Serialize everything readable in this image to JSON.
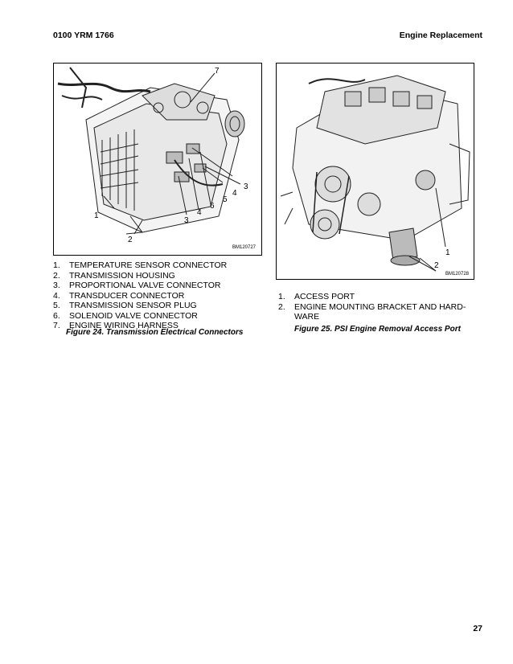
{
  "header": {
    "doc_number": "0100 YRM 1766",
    "section": "Engine Replacement"
  },
  "figure24": {
    "image_code": "BM120727",
    "callouts": [
      "1",
      "2",
      "3",
      "4",
      "5",
      "6",
      "7",
      "3",
      "4"
    ],
    "legend": [
      {
        "num": "1.",
        "text": "TEMPERATURE SENSOR CONNECTOR"
      },
      {
        "num": "2.",
        "text": "TRANSMISSION HOUSING"
      },
      {
        "num": "3.",
        "text": "PROPORTIONAL VALVE CONNECTOR"
      },
      {
        "num": "4.",
        "text": "TRANSDUCER CONNECTOR"
      },
      {
        "num": "5.",
        "text": "TRANSMISSION SENSOR PLUG"
      },
      {
        "num": "6.",
        "text": "SOLENOID VALVE CONNECTOR"
      },
      {
        "num": "7.",
        "text": "ENGINE WIRING HARNESS"
      }
    ],
    "caption": "Figure 24. Transmission Electrical Connectors"
  },
  "figure25": {
    "image_code": "BM120728",
    "callouts": [
      "1",
      "2"
    ],
    "legend": [
      {
        "num": "1.",
        "text": "ACCESS PORT"
      },
      {
        "num": "2.",
        "text": "ENGINE MOUNTING BRACKET AND HARD-\nWARE"
      }
    ],
    "caption": "Figure 25. PSI Engine Removal Access Port"
  },
  "page_number": "27"
}
